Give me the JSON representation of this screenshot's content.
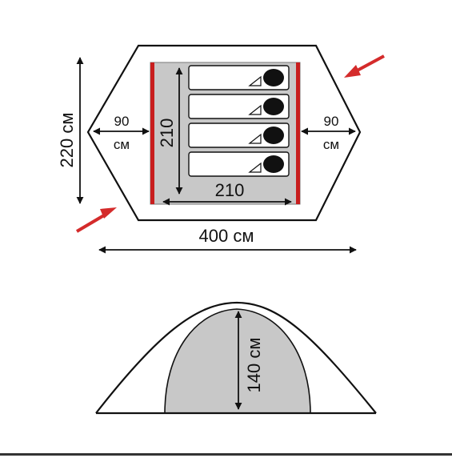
{
  "plan": {
    "width_label": "400 см",
    "depth_label": "220 см",
    "vestibule_left_value": "90",
    "vestibule_left_unit": "см",
    "vestibule_right_value": "90",
    "vestibule_right_unit": "см",
    "inner_depth_label": "210",
    "inner_width_label": "210",
    "sleeping_places": 4
  },
  "profile": {
    "height_label": "140 см"
  },
  "colors": {
    "outline": "#111111",
    "inner_fill": "#c8c8c8",
    "inner_edge": "#c81e1e",
    "entrance_arrow": "#d42b2b"
  }
}
